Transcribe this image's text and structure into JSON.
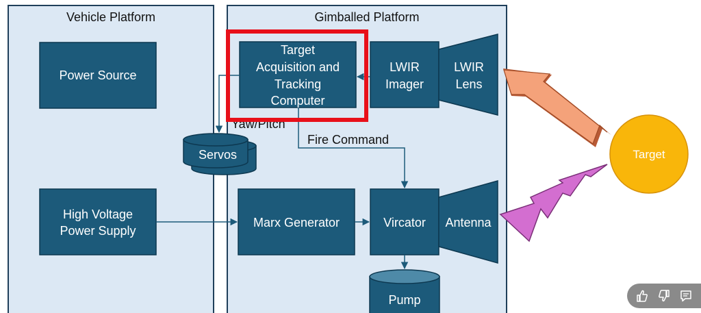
{
  "regions": {
    "vehicle": "Vehicle Platform",
    "gimballed": "Gimballed Platform"
  },
  "blocks": {
    "power_source": "Power Source",
    "tracking_computer": [
      "Target",
      "Acquisition and",
      "Tracking",
      "Computer"
    ],
    "lwir_imager": [
      "LWIR",
      "Imager"
    ],
    "lwir_lens": [
      "LWIR",
      "Lens"
    ],
    "servos": "Servos",
    "hv_supply": [
      "High Voltage",
      "Power Supply"
    ],
    "marx": "Marx Generator",
    "vircator": "Vircator",
    "antenna": "Antenna",
    "pump": "Pump",
    "target": "Target"
  },
  "labels": {
    "yaw_pitch": "Yaw/Pitch",
    "fire_command": "Fire Command"
  },
  "icons": [
    "thumbs-up-icon",
    "thumbs-down-icon",
    "comment-icon"
  ],
  "colors": {
    "region_fill": "#dce8f4",
    "block_fill": "#1c5a7a",
    "highlight": "#e8101a",
    "ir_arrow": "#f4a27a",
    "rf_bolt": "#d36ed0",
    "target": "#f9b60a"
  }
}
